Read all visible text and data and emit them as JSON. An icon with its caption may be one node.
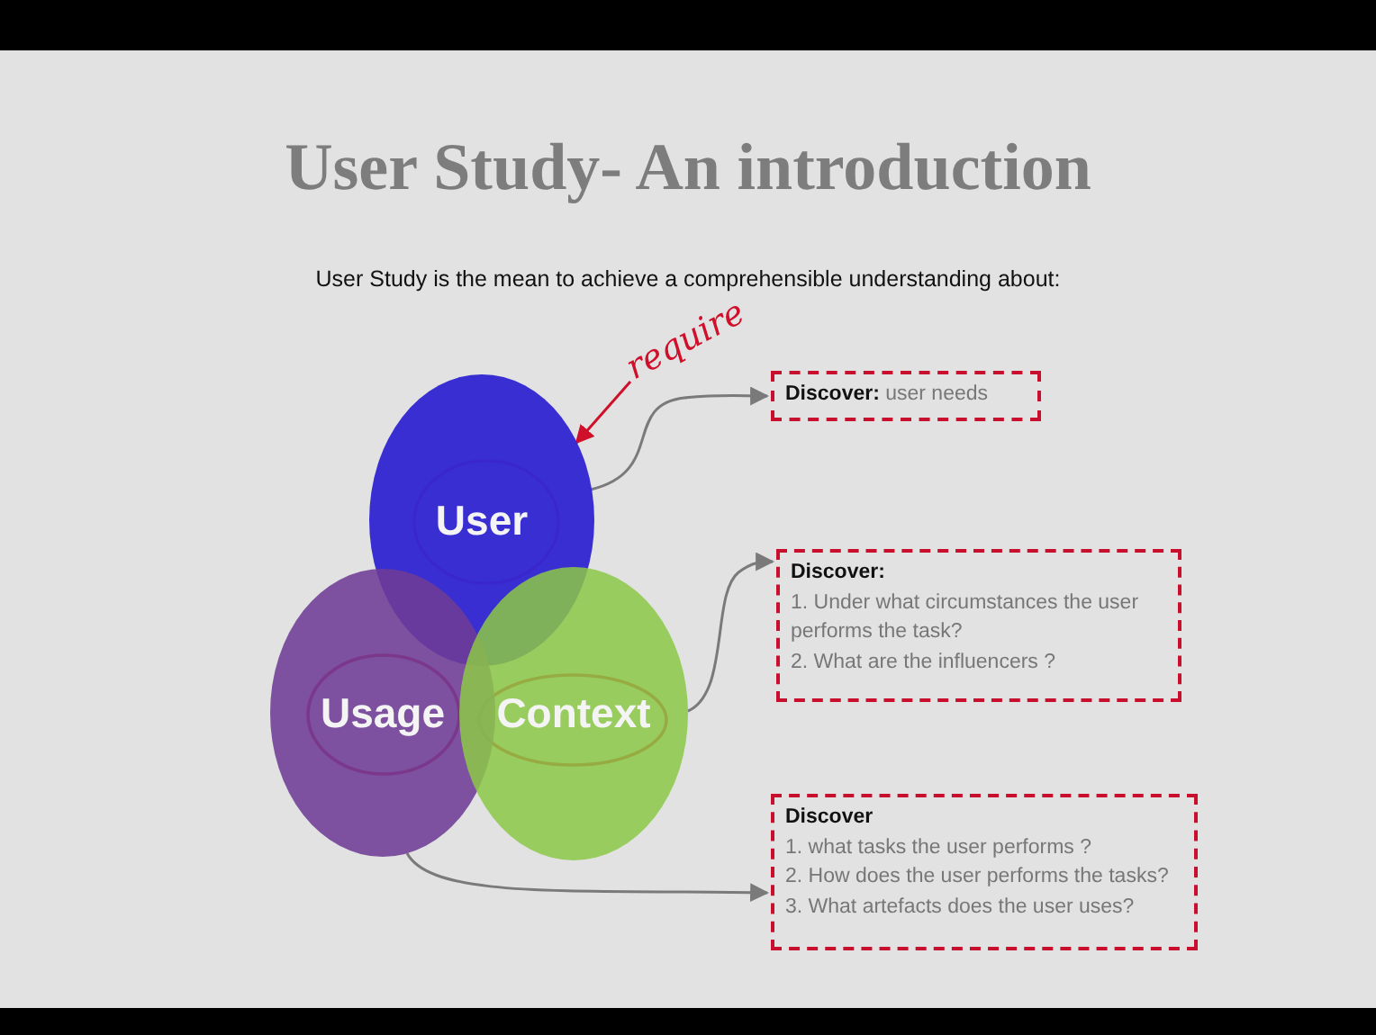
{
  "diagram": {
    "title": "User Study- An introduction",
    "nodes": [
      {
        "text": [
          "User"
        ]
      },
      {
        "text": [
          "Usage"
        ]
      },
      {
        "text": [
          "Context"
        ]
      },
      {
        "text": [
          "**Discover:** user needs"
        ]
      },
      {
        "text": [
          "Discover:",
          "1. Under what circumstances the user performs the task?",
          "2. What are the influencers ?"
        ]
      },
      {
        "text": [
          "Discover",
          "1. what tasks the user performs ?",
          "2. How does the user performs the tasks?",
          "3. What artefacts does the user uses?"
        ]
      },
      {
        "text": [
          "require"
        ]
      }
    ],
    "edges": [
      {
        "from": 6,
        "to": 0,
        "arrow": "to",
        "color": "#d0102a"
      },
      {
        "from": 0,
        "to": 3,
        "arrow": "to"
      },
      {
        "from": 2,
        "to": 4,
        "arrow": "to"
      },
      {
        "from": 1,
        "to": 5,
        "arrow": "to"
      }
    ],
    "labels": [
      "User Study is the mean to achieve a comprehensible understanding about:"
    ]
  }
}
